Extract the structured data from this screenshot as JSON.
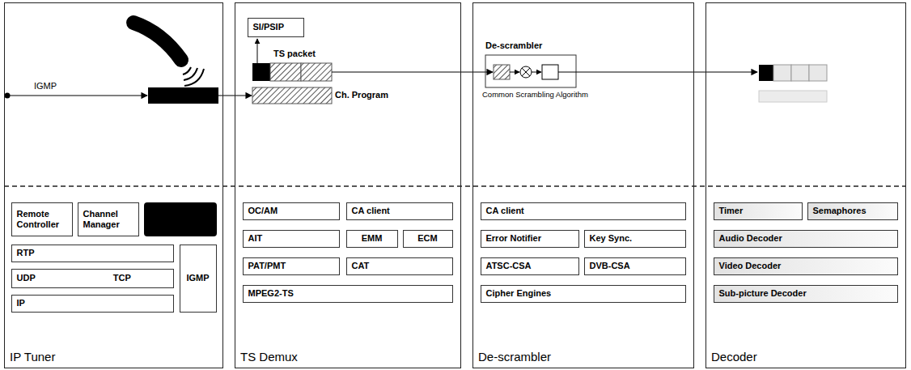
{
  "diagram": {
    "nodes": [
      {
        "text": [
          "IP Tuner"
        ]
      },
      {
        "text": [
          "Remote Controller"
        ],
        "in": 0
      },
      {
        "text": [
          "Channel Manager"
        ],
        "in": 0
      },
      {
        "text": [
          "RTP"
        ],
        "in": 0
      },
      {
        "text": [
          "UDP",
          "TCP"
        ],
        "in": 0
      },
      {
        "text": [
          "IP"
        ],
        "in": 0
      },
      {
        "text": [
          "IGMP"
        ],
        "in": 0
      },
      {
        "text": [
          "TS Demux"
        ]
      },
      {
        "text": [
          "SI/PSIP"
        ],
        "in": 7
      },
      {
        "text": [
          "OC/AM"
        ],
        "in": 7
      },
      {
        "text": [
          "CA client"
        ],
        "in": 7
      },
      {
        "text": [
          "AIT"
        ],
        "in": 7
      },
      {
        "text": [
          "EMM"
        ],
        "in": 7
      },
      {
        "text": [
          "ECM"
        ],
        "in": 7
      },
      {
        "text": [
          "PAT/PMT"
        ],
        "in": 7
      },
      {
        "text": [
          "CAT"
        ],
        "in": 7
      },
      {
        "text": [
          "MPEG2-TS"
        ],
        "in": 7
      },
      {
        "text": [
          "De-scrambler"
        ]
      },
      {
        "text": [
          "CA client"
        ],
        "in": 17
      },
      {
        "text": [
          "Error Notifier"
        ],
        "in": 17
      },
      {
        "text": [
          "Key Sync."
        ],
        "in": 17
      },
      {
        "text": [
          "ATSC-CSA"
        ],
        "in": 17
      },
      {
        "text": [
          "DVB-CSA"
        ],
        "in": 17
      },
      {
        "text": [
          "Cipher Engines"
        ],
        "in": 17
      },
      {
        "text": [
          "Decoder"
        ]
      },
      {
        "text": [
          "Timer"
        ],
        "in": 24
      },
      {
        "text": [
          "Semaphores"
        ],
        "in": 24
      },
      {
        "text": [
          "Audio Decoder"
        ],
        "in": 24
      },
      {
        "text": [
          "Video Decoder"
        ],
        "in": 24
      },
      {
        "text": [
          "Sub-picture Decoder"
        ],
        "in": 24
      }
    ],
    "labels": [
      "IGMP",
      "TS packet",
      "Ch. Program",
      "De-scrambler",
      "Common Scrambling Algorithm"
    ]
  }
}
